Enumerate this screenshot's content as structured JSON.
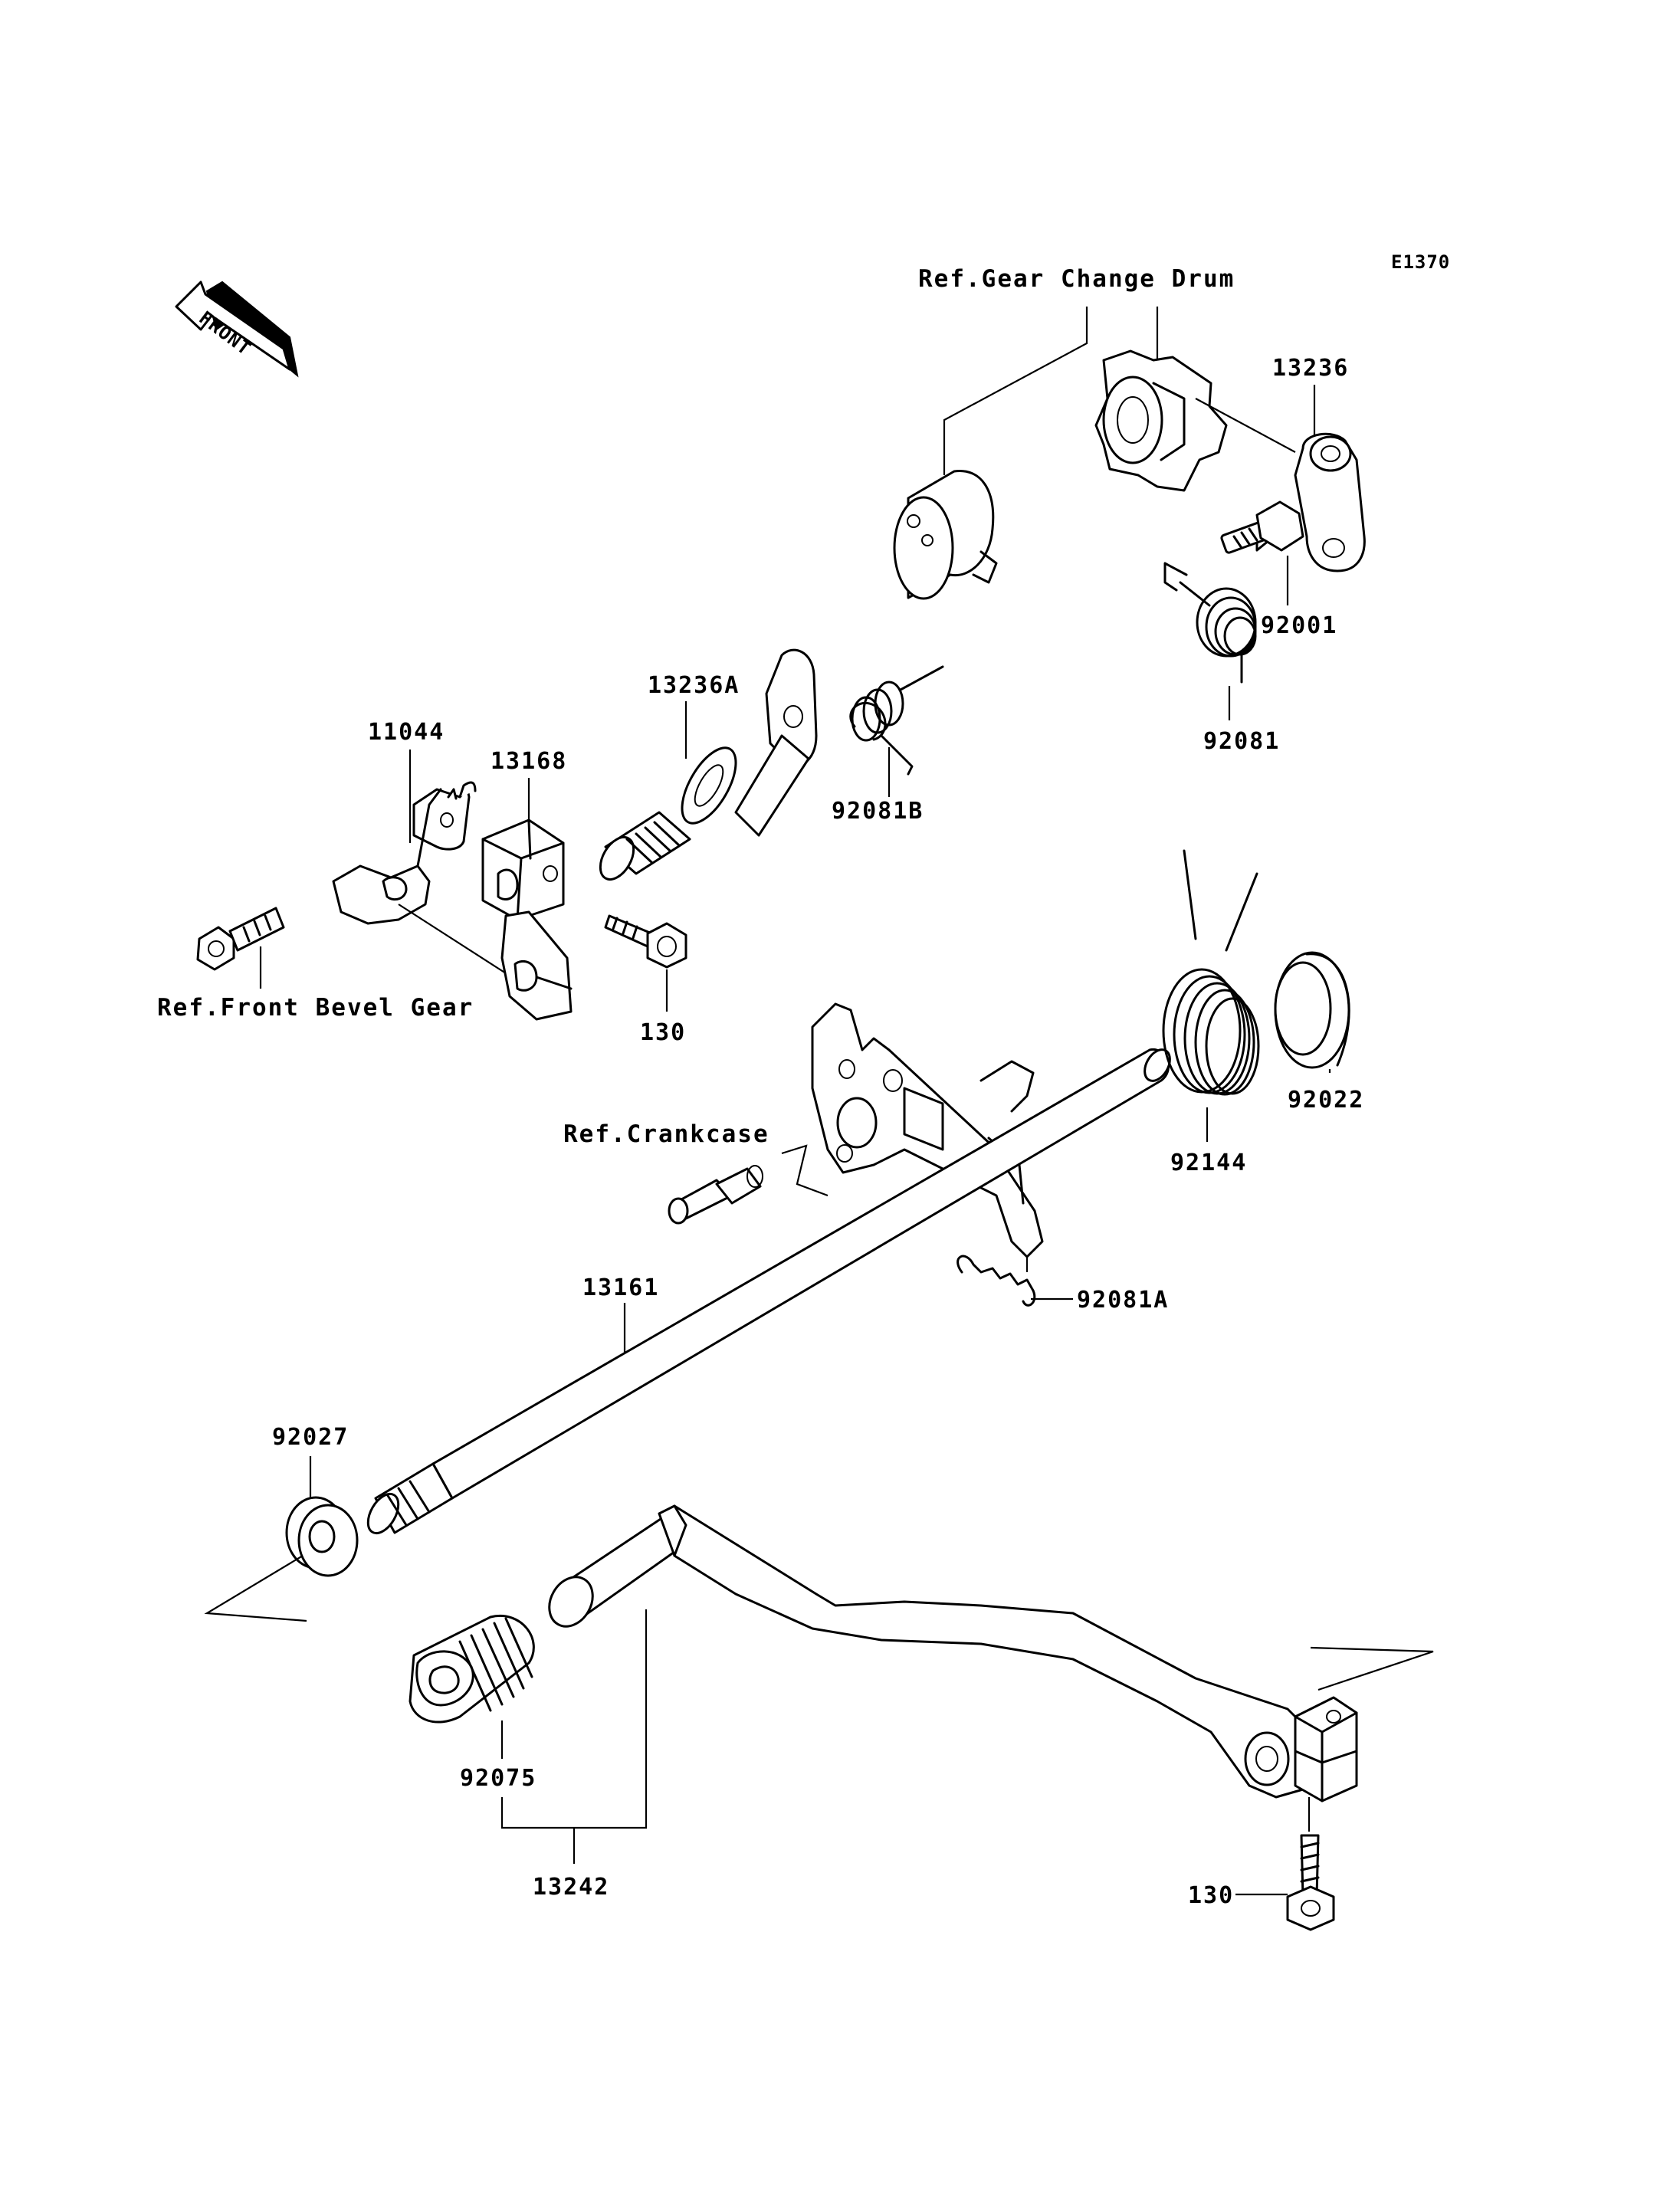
{
  "diagram_code": "E1370",
  "front_label": "FRONT",
  "refs": {
    "gear_change_drum": "Ref.Gear Change Drum",
    "front_bevel_gear": "Ref.Front Bevel Gear",
    "crankcase": "Ref.Crankcase"
  },
  "parts": {
    "p13236": "13236",
    "p92001": "92001",
    "p92081": "92081",
    "p13236A": "13236A",
    "p92081B": "92081B",
    "p11044": "11044",
    "p13168": "13168",
    "p130_upper": "130",
    "p92022": "92022",
    "p92144": "92144",
    "p92081A": "92081A",
    "p13161": "13161",
    "p92027": "92027",
    "p92075": "92075",
    "p13242": "13242",
    "p130_lower": "130"
  }
}
